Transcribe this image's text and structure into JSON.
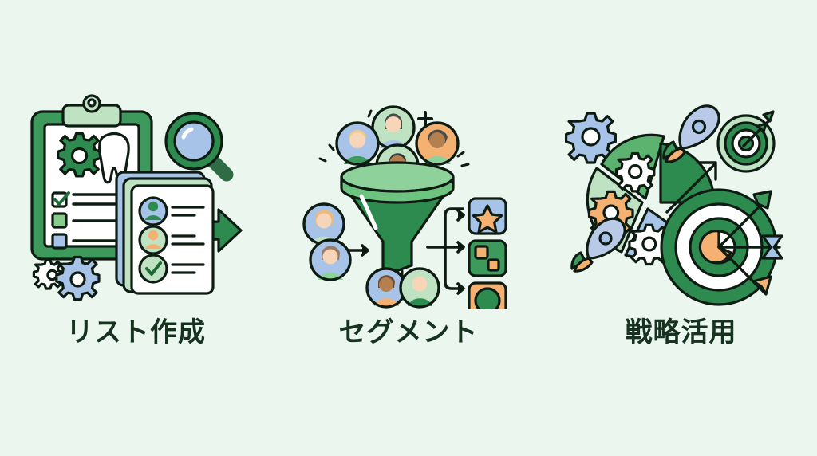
{
  "background_color": "#eaf6ee",
  "caption_color": "#17321f",
  "palette": {
    "dark_green": "#2e8b4f",
    "deep_green": "#247a42",
    "mid_green": "#57a96b",
    "light_green": "#a8d8a8",
    "pale_green": "#cde9cd",
    "blue": "#a8c3e8",
    "deep_blue": "#8fb0df",
    "orange": "#f4b172",
    "outline": "#0d1b12",
    "white": "#ffffff"
  },
  "panels": [
    {
      "id": "list-creation",
      "caption": "リスト作成",
      "icon_name": "clipboard-checklist-magnifier-illustration",
      "elements": [
        {
          "name": "clipboard",
          "label": "clipboard"
        },
        {
          "name": "gear-icon",
          "label": "gear"
        },
        {
          "name": "tooth-icon",
          "label": "tooth"
        },
        {
          "name": "checkbox-checked",
          "label": "checked checkbox"
        },
        {
          "name": "checkbox-green",
          "label": "green checkbox"
        },
        {
          "name": "checkbox-blue",
          "label": "blue checkbox"
        },
        {
          "name": "magnifier-icon",
          "label": "magnifying glass"
        },
        {
          "name": "document-stack",
          "label": "document stack"
        },
        {
          "name": "avatar-blue",
          "label": "blue avatar row"
        },
        {
          "name": "avatar-orange",
          "label": "orange avatar row"
        },
        {
          "name": "check-circle-icon",
          "label": "check circle row"
        },
        {
          "name": "arrow-right-icon",
          "label": "export arrow"
        },
        {
          "name": "gear-small-icon",
          "label": "small gear"
        },
        {
          "name": "gear-blue-icon",
          "label": "blue gear"
        }
      ]
    },
    {
      "id": "segment",
      "caption": "セグメント",
      "icon_name": "funnel-segmentation-illustration",
      "elements": [
        {
          "name": "funnel-icon",
          "label": "funnel"
        },
        {
          "name": "avatar-top-blue",
          "label": "avatar blue"
        },
        {
          "name": "avatar-top-green",
          "label": "avatar green"
        },
        {
          "name": "avatar-top-orange",
          "label": "avatar orange"
        },
        {
          "name": "avatar-center",
          "label": "avatar center"
        },
        {
          "name": "avatar-left-upper",
          "label": "avatar left upper"
        },
        {
          "name": "avatar-left-lower",
          "label": "avatar left lower"
        },
        {
          "name": "avatar-bottom-left",
          "label": "avatar bottom left"
        },
        {
          "name": "avatar-bottom-right",
          "label": "avatar bottom right"
        },
        {
          "name": "plus-icon",
          "label": "plus sign"
        },
        {
          "name": "arrow-in-icon",
          "label": "input arrow"
        },
        {
          "name": "arrow-branch-icon",
          "label": "branching arrows"
        },
        {
          "name": "tile-star",
          "label": "star tile"
        },
        {
          "name": "tile-squares",
          "label": "squares tile"
        },
        {
          "name": "tile-circle",
          "label": "circle tile"
        }
      ]
    },
    {
      "id": "strategy",
      "caption": "戦略活用",
      "icon_name": "pie-chart-target-rocket-illustration",
      "elements": [
        {
          "name": "pie-chart",
          "label": "exploded pie chart"
        },
        {
          "name": "pie-slice-green",
          "label": "green slice"
        },
        {
          "name": "pie-slice-pale",
          "label": "pale green slice"
        },
        {
          "name": "pie-slice-blue",
          "label": "blue slice"
        },
        {
          "name": "pie-slice-detached",
          "label": "detached dark slice"
        },
        {
          "name": "gear-white-icon",
          "label": "white gear"
        },
        {
          "name": "gear-orange-icon",
          "label": "orange gear"
        },
        {
          "name": "gear-blue-icon",
          "label": "blue gear"
        },
        {
          "name": "rocket-top-icon",
          "label": "rocket upper"
        },
        {
          "name": "rocket-bottom-icon",
          "label": "rocket lower"
        },
        {
          "name": "target-small",
          "label": "small target"
        },
        {
          "name": "target-large",
          "label": "large target"
        },
        {
          "name": "arrow-up-icon",
          "label": "growth arrow"
        },
        {
          "name": "arrow-dart-green",
          "label": "green arrow"
        },
        {
          "name": "arrow-dart-blue",
          "label": "blue arrow"
        },
        {
          "name": "arrow-dart-orange",
          "label": "orange arrow"
        }
      ]
    }
  ]
}
